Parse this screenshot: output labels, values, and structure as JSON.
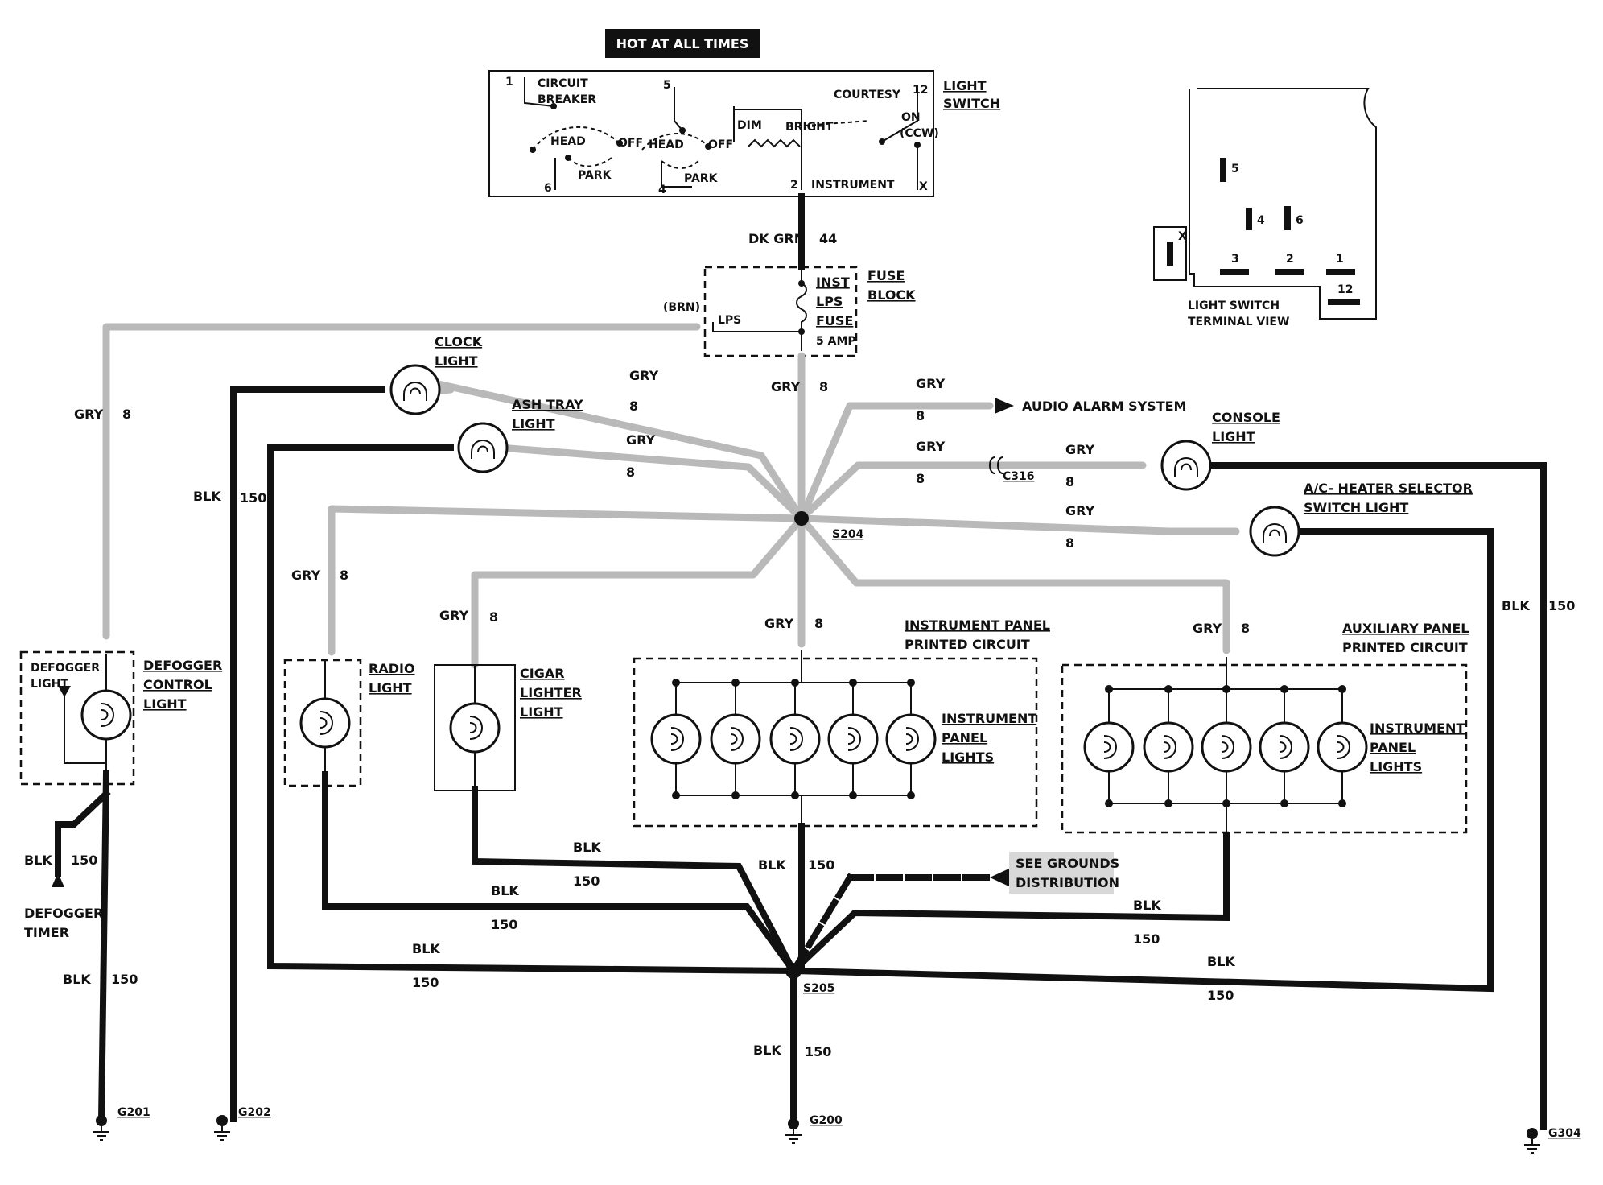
{
  "header": {
    "hot": "HOT AT ALL TIMES"
  },
  "light_switch": {
    "title_1": "LIGHT",
    "title_2": "SWITCH",
    "circuit_1": "CIRCUIT",
    "circuit_2": "BREAKER",
    "head": "HEAD",
    "off": "OFF",
    "park": "PARK",
    "dim": "DIM",
    "bright": "BRIGHT",
    "courtesy": "COURTESY",
    "on": "ON",
    "ccw": "(CCW)",
    "instrument": "INSTRUMENT",
    "t1": "1",
    "t5": "5",
    "t12": "12",
    "t6": "6",
    "t4": "4",
    "t2": "2",
    "tx": "X"
  },
  "terminal_view": {
    "label_1": "LIGHT SWITCH",
    "label_2": "TERMINAL VIEW",
    "p5": "5",
    "p4": "4",
    "p6": "6",
    "p3": "3",
    "p2": "2",
    "p1": "1",
    "p12": "12",
    "px": "X"
  },
  "fuse": {
    "wire_color": "DK GRN",
    "wire_num": "44",
    "title_1": "FUSE",
    "title_2": "BLOCK",
    "inst": "INST",
    "lps": "LPS",
    "fuse": "FUSE",
    "amp": "5 AMP",
    "lps_small": "LPS",
    "brn": "(BRN)"
  },
  "wires": {
    "gry": "GRY",
    "n8": "8",
    "blk": "BLK",
    "n150": "150"
  },
  "components": {
    "clock_1": "CLOCK",
    "clock_2": "LIGHT",
    "ash_1": "ASH TRAY",
    "ash_2": "LIGHT",
    "audio": "AUDIO ALARM SYSTEM",
    "console_1": "CONSOLE",
    "console_2": "LIGHT",
    "ac_1": "A/C- HEATER SELECTOR",
    "ac_2": "SWITCH LIGHT",
    "c316": "C316",
    "s204": "S204",
    "s205": "S205",
    "defog_1": "DEFOGGER",
    "defog_2": "LIGHT",
    "defog_ctrl_1": "DEFOGGER",
    "defog_ctrl_2": "CONTROL",
    "defog_ctrl_3": "LIGHT",
    "radio_1": "RADIO",
    "radio_2": "LIGHT",
    "cigar_1": "CIGAR",
    "cigar_2": "LIGHTER",
    "cigar_3": "LIGHT",
    "ipc_1": "INSTRUMENT PANEL",
    "ipc_2": "PRINTED CIRCUIT",
    "apc_1": "AUXILIARY PANEL",
    "apc_2": "PRINTED CIRCUIT",
    "ipl_1": "INSTRUMENT",
    "ipl_2": "PANEL",
    "ipl_3": "LIGHTS",
    "timer_1": "DEFOGGER",
    "timer_2": "TIMER",
    "grounds_1": "SEE GROUNDS",
    "grounds_2": "DISTRIBUTION"
  },
  "grounds": {
    "g201": "G201",
    "g202": "G202",
    "g200": "G200",
    "g304": "G304"
  }
}
